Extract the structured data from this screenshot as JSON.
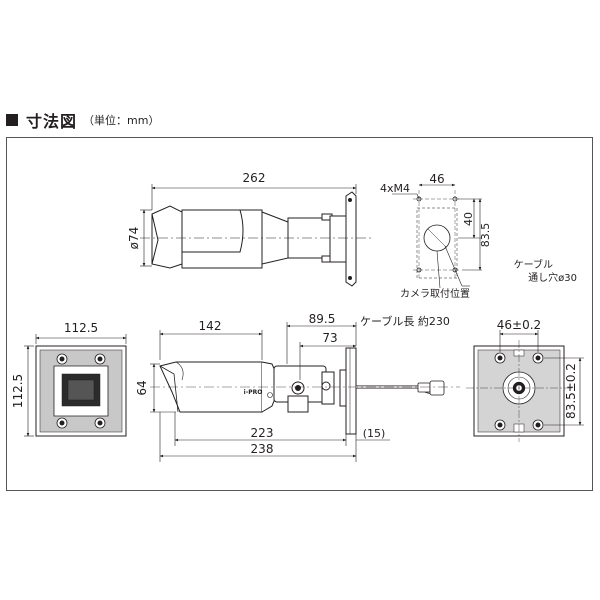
{
  "heading": {
    "title": "寸法図",
    "unit": "（単位：mm）"
  },
  "top_view": {
    "length": "262",
    "diameter": "ø74"
  },
  "mount_template": {
    "screw": "4xM4",
    "width": "46",
    "h40": "40",
    "h835": "83.5",
    "cable_label_1": "ケーブル",
    "cable_label_2": "通し穴ø30",
    "position_label": "カメラ取付位置"
  },
  "front_view": {
    "width": "112.5",
    "height": "112.5"
  },
  "side_view": {
    "d142": "142",
    "d895": "89.5",
    "d73": "73",
    "cable": "ケーブル長 約230",
    "d64": "64",
    "d223": "223",
    "d15": "(15)",
    "d238": "238",
    "brand": "i-PRO"
  },
  "back_view": {
    "width": "46±0.2",
    "height": "83.5±0.2"
  }
}
